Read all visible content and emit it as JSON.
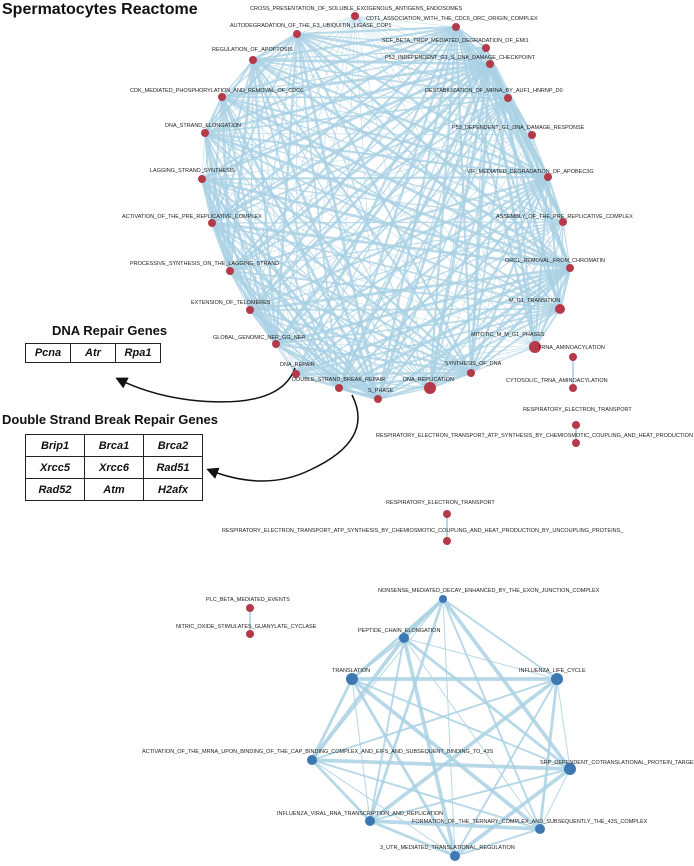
{
  "title": "Spermatocytes Reactome",
  "colors": {
    "node_red": "#b43a4a",
    "node_blue": "#3d78b3",
    "edge": "#a9d1e3",
    "arrow": "#111111"
  },
  "dna_repair_genes": {
    "heading": "DNA Repair Genes",
    "genes": [
      "Pcna",
      "Atr",
      "Rpa1"
    ]
  },
  "dsb_repair_genes": {
    "heading": "Double Strand Break Repair Genes",
    "rows": [
      [
        "Brip1",
        "Brca1",
        "Brca2"
      ],
      [
        "Xrcc5",
        "Xrcc6",
        "Rad51"
      ],
      [
        "Rad52",
        "Atm",
        "H2afx"
      ]
    ]
  },
  "network_1_nodes": [
    "CROSS_PRESENTATION_OF_SOLUBLE_EXOGENOUS_ANTIGENS_ENDOSOMES",
    "CDT1_ASSOCIATION_WITH_THE_CDC6_ORC_ORIGIN_COMPLEX",
    "SCF_BETA_TRCP_MEDIATED_DEGRADATION_OF_EMI1",
    "P53_INDEPENDENT_G1_S_DNA_DAMAGE_CHECKPOINT",
    "DESTABILIZATION_OF_MRNA_BY_AUF1_HNRNP_D0",
    "P53_DEPENDENT_G1_DNA_DAMAGE_RESPONSE",
    "VIF_MEDIATED_DEGRADATION_OF_APOBEC3G",
    "ASSEMBLY_OF_THE_PRE_REPLICATIVE_COMPLEX",
    "ORC1_REMOVAL_FROM_CHROMATIN",
    "M_G1_TRANSITION",
    "MITOTIC_M_M_G1_PHASES",
    "SYNTHESIS_OF_DNA",
    "DNA_REPLICATION",
    "S_PHASE",
    "DOUBLE_STRAND_BREAK_REPAIR",
    "DNA_REPAIR",
    "GLOBAL_GENOMIC_NER_GG_NER",
    "EXTENSION_OF_TELOMERES",
    "PROCESSIVE_SYNTHESIS_ON_THE_LAGGING_STRAND",
    "ACTIVATION_OF_THE_PRE_REPLICATIVE_COMPLEX",
    "LAGGING_STRAND_SYNTHESIS",
    "DNA_STRAND_ELONGATION",
    "CDK_MEDIATED_PHOSPHORYLATION_AND_REMOVAL_OF_CDC6",
    "REGULATION_OF_APOPTOSIS",
    "AUTODEGRADATION_OF_THE_E3_UBIQUITIN_LIGASE_COP1"
  ],
  "small_clusters": [
    [
      "TRNA_AMINOACYLATION",
      "CYTOSOLIC_TRNA_AMINOACYLATION"
    ],
    [
      "RESPIRATORY_ELECTRON_TRANSPORT",
      "RESPIRATORY_ELECTRON_TRANSPORT_ATP_SYNTHESIS_BY_CHEMIOSMOTIC_COUPLING_AND_HEAT_PRODUCTION"
    ],
    [
      "RESPIRATORY_ELECTRON_TRANSPORT",
      "RESPIRATORY_ELECTRON_TRANSPORT_ATP_SYNTHESIS_BY_CHEMIOSMOTIC_COUPLING_AND_HEAT_PRODUCTION_BY_UNCOUPLING_PROTEINS_"
    ],
    [
      "PLC_BETA_MEDIATED_EVENTS",
      "NITRIC_OXIDE_STIMULATES_GUANYLATE_CYCLASE"
    ]
  ],
  "network_2_nodes": [
    "NONSENSE_MEDIATED_DECAY_ENHANCED_BY_THE_EXON_JUNCTION_COMPLEX",
    "PEPTIDE_CHAIN_ELONGATION",
    "TRANSLATION",
    "INFLUENZA_LIFE_CYCLE",
    "ACTIVATION_OF_THE_MRNA_UPON_BINDING_OF_THE_CAP_BINDING_COMPLEX_AND_EIFS_AND_SUBSEQUENT_BINDING_TO_43S",
    "SRP_DEPENDENT_COTRANSLATIONAL_PROTEIN_TARGETING_TO_MEMBRANE",
    "INFLUENZA_VIRAL_RNA_TRANSCRIPTION_AND_REPLICATION",
    "FORMATION_OF_THE_TERNARY_COMPLEX_AND_SUBSEQUENTLY_THE_43S_COMPLEX",
    "3_UTR_MEDIATED_TRANSLATIONAL_REGULATION"
  ]
}
